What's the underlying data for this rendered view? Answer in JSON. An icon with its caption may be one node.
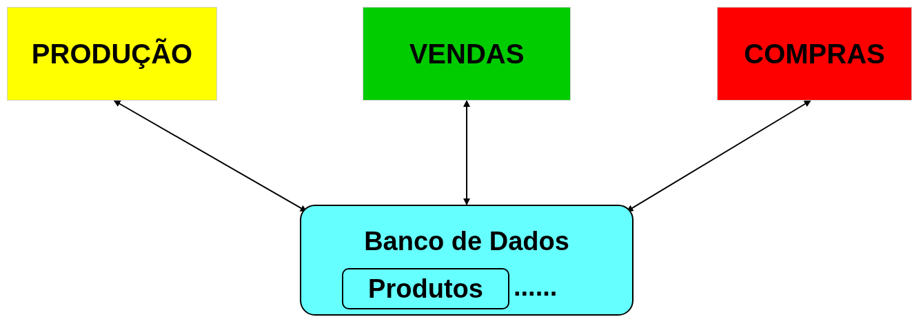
{
  "diagram": {
    "nodes": [
      {
        "text": [
          "PRODUÇÃO"
        ]
      },
      {
        "text": [
          "VENDAS"
        ]
      },
      {
        "text": [
          "COMPRAS"
        ]
      },
      {
        "text": [
          "Banco de Dados"
        ]
      },
      {
        "text": [
          "Produtos"
        ],
        "in": 3,
        "beside": [
          "......"
        ]
      }
    ],
    "edges": [
      {
        "from": 3,
        "to": 0,
        "arrow": "both"
      },
      {
        "from": 3,
        "to": 1,
        "arrow": "both"
      },
      {
        "from": 3,
        "to": 2,
        "arrow": "both"
      }
    ]
  }
}
